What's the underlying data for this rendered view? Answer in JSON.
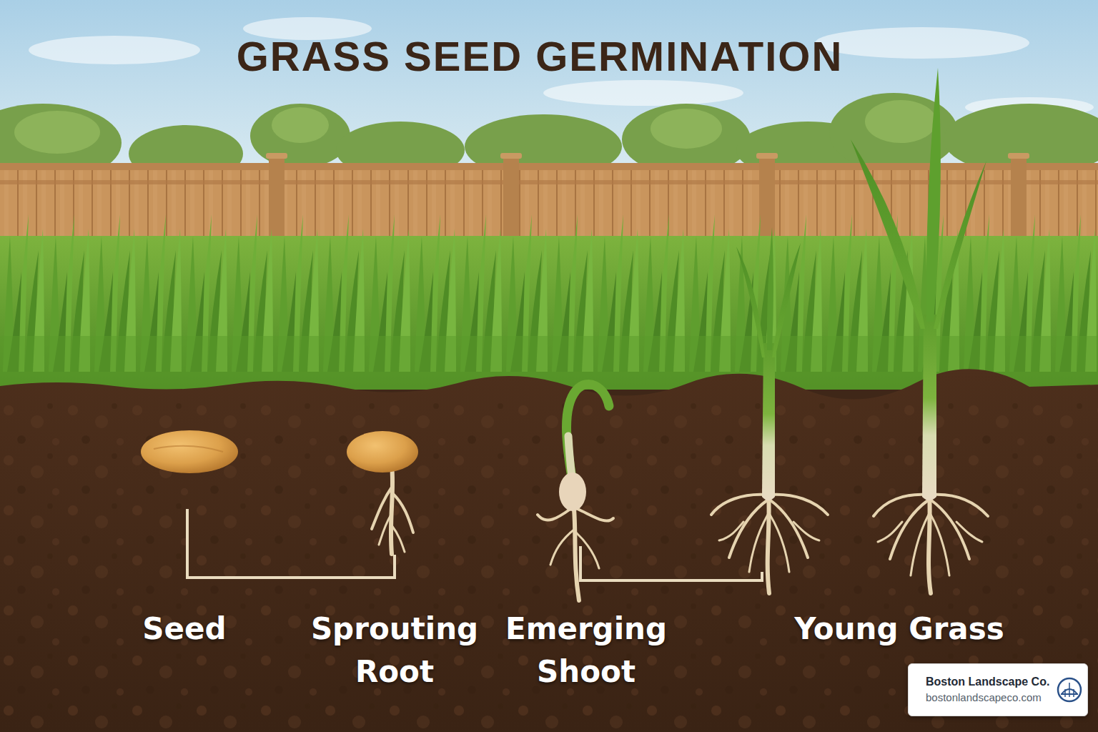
{
  "diagram": {
    "title": "GRASS SEED GERMINATION",
    "nodes": [
      {
        "text": [
          "Boston Landscape Co.",
          "bostonlandscapeco.com"
        ]
      }
    ],
    "labels": [
      "Seed",
      "Sprouting Root",
      "Emerging Shoot",
      "Young Grass"
    ]
  }
}
